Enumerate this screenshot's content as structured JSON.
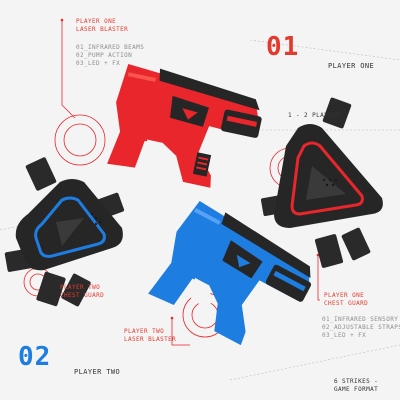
{
  "colors": {
    "red": "#e8262b",
    "blue": "#1e7de0",
    "dark": "#262626",
    "label_red": "#e23b2e",
    "text_gray": "#8e8e8e",
    "background": "#f4f4f4"
  },
  "player_one": {
    "number": "01",
    "label": "PLAYER ONE",
    "blaster_title_line1": "PLAYER ONE",
    "blaster_title_line2": "LASER BLASTER",
    "blaster_features": [
      "01_INFRARED BEAMS",
      "02_PUMP ACTION",
      "03_LED + FX"
    ],
    "guard_title_line1": "PLAYER ONE",
    "guard_title_line2": "CHEST GUARD",
    "guard_features": [
      "01_INFRARED SENSORY",
      "02_ADJUSTABLE STRAPS",
      "03_LED + FX"
    ]
  },
  "player_two": {
    "number": "02",
    "label": "PLAYER TWO",
    "guard_title_line1": "PLAYER TWO",
    "guard_title_line2": "CHEST GUARD",
    "blaster_title_line1": "PLAYER TWO",
    "blaster_title_line2": "LASER BLASTER"
  },
  "players_count": "1 - 2 PLAYERS",
  "game_format_line1": "6 STRIKES -",
  "game_format_line2": "GAME FORMAT",
  "icons": {
    "red_blaster": "laser-blaster-red",
    "blue_blaster": "laser-blaster-blue",
    "red_guard": "chest-guard-red",
    "blue_guard": "chest-guard-blue"
  }
}
